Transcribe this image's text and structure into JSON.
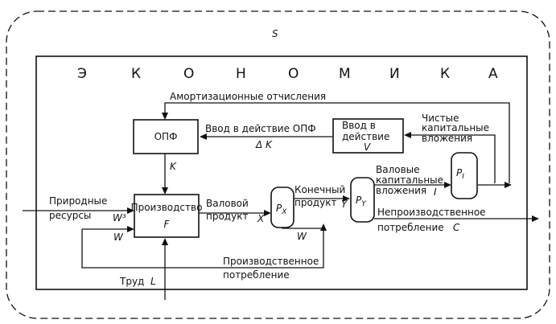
{
  "system": {
    "label": "S"
  },
  "economy": {
    "letters": [
      "Э",
      "К",
      "О",
      "Н",
      "О",
      "М",
      "И",
      "К",
      "А"
    ]
  },
  "opf_box": {
    "label": "ОПФ"
  },
  "production_box": {
    "title": "Производство",
    "symbol": "F"
  },
  "input_box": {
    "line1": "Ввод в",
    "line2": "действие",
    "symbol": "V"
  },
  "px_box": {
    "main": "P",
    "sub": "X"
  },
  "py_box": {
    "main": "P",
    "sub": "Y"
  },
  "pi_box": {
    "main": "P",
    "sub": "I"
  },
  "labels": {
    "amortization": "Амортизационные отчисления",
    "commissioning": "Ввод в действие ОПФ",
    "delta_k": "Δ K",
    "net_investment_1": "Чистые",
    "net_investment_2": "капитальные",
    "net_investment_3": "вложения",
    "k": "K",
    "natural_1": "Природные",
    "natural_2": "ресурсы",
    "w3": "W³",
    "w": "W",
    "gross_product_1": "Валовой",
    "gross_product_2": "продукт",
    "x": "X",
    "final_product_1": "Конечный",
    "final_product_2": "продукт",
    "y": "Y",
    "gross_investment_1": "Валовые",
    "gross_investment_2": "капитальные",
    "gross_investment_3": "вложения",
    "i": "I",
    "w_bottom": "W",
    "nonprod_1": "Непроизводственное",
    "nonprod_2": "потребление",
    "c": "C",
    "prod_cons_1": "Производственное",
    "prod_cons_2": "потребление",
    "labor": "Труд",
    "l": "L"
  }
}
